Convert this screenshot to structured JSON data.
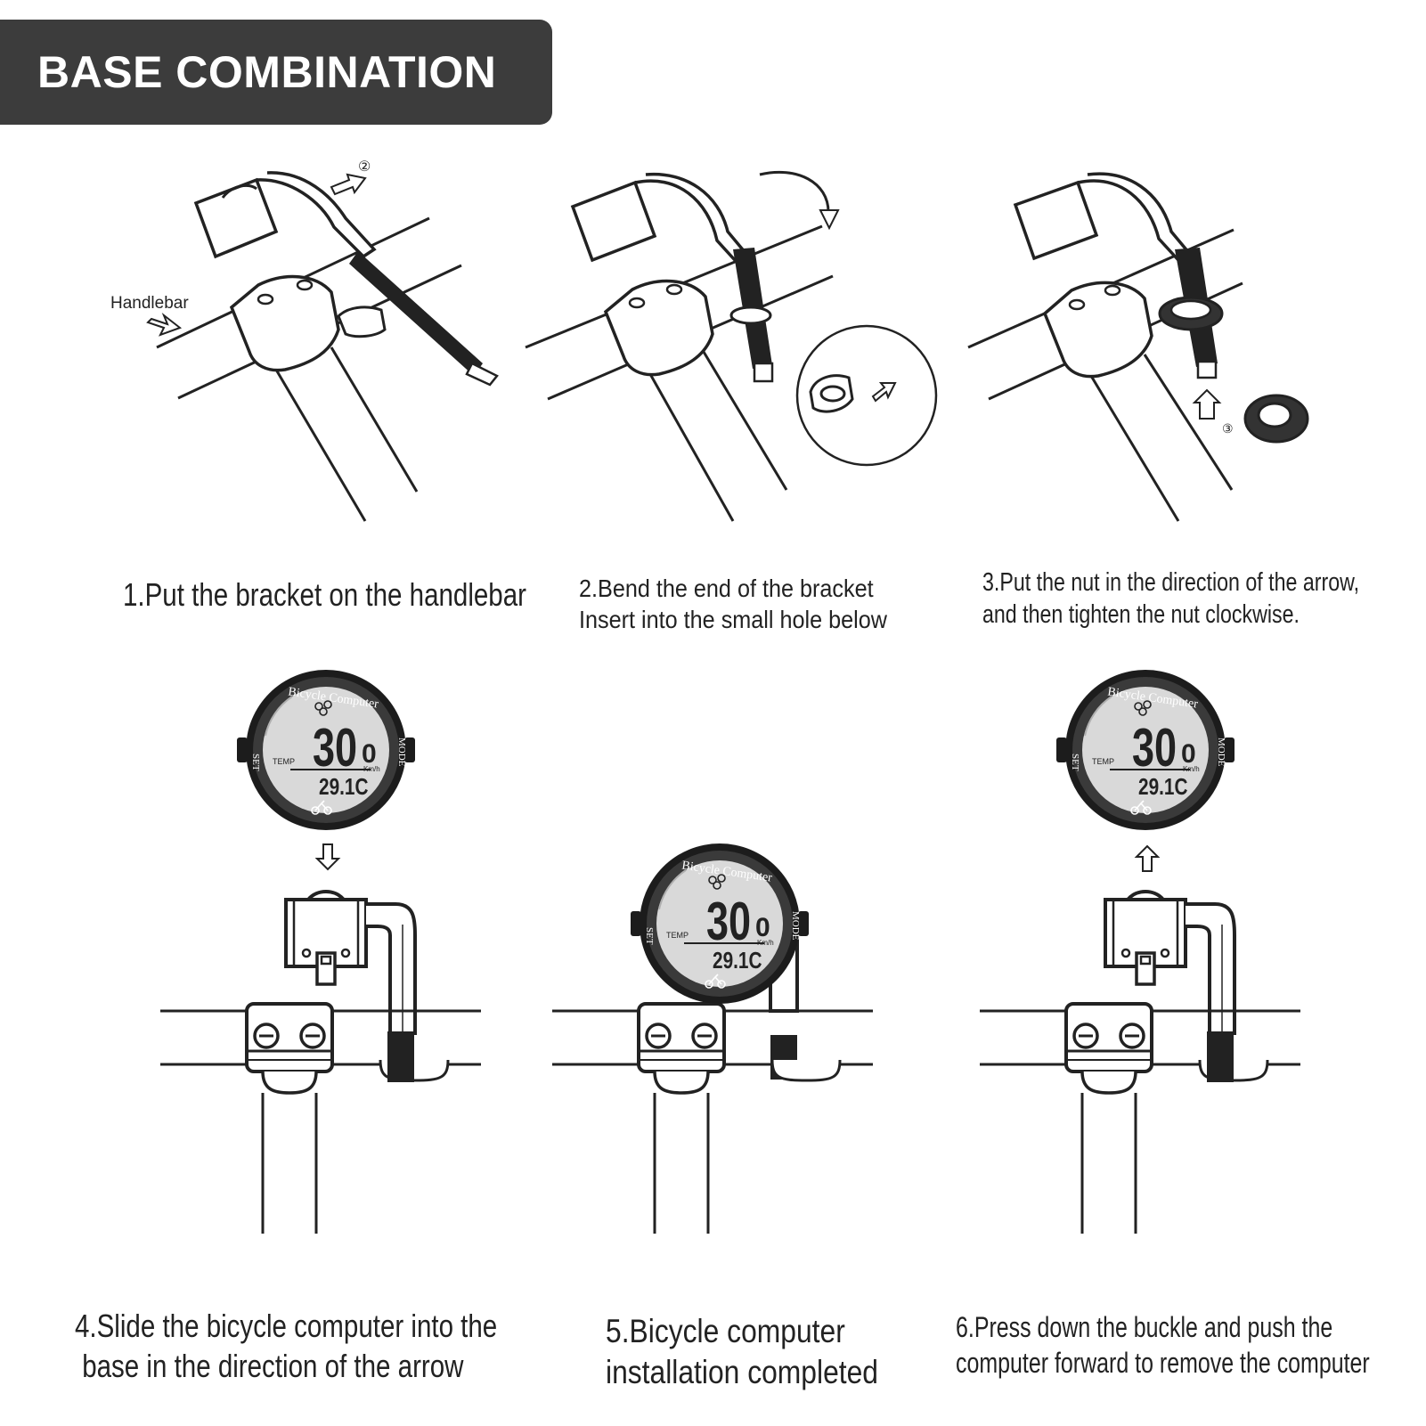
{
  "banner": {
    "title": "BASE COMBINATION"
  },
  "labels": {
    "handlebar": "Handlebar",
    "arrow_2": "②",
    "arrow_3": "③"
  },
  "device": {
    "brand": "Bicycle Computer",
    "speed": "30.0",
    "speed_main": "30",
    "speed_decimal": "0",
    "unit": "Km/h",
    "temp_label": "TEMP",
    "temp": "29.1C",
    "left_button": "SET",
    "right_button": "MODE"
  },
  "steps": [
    {
      "lines": [
        "1.Put the bracket on the handlebar"
      ]
    },
    {
      "lines": [
        "2.Bend the end of the bracket",
        "Insert into the small hole below"
      ]
    },
    {
      "lines": [
        "3.Put the nut in the direction of the arrow,",
        "and then tighten the nut clockwise."
      ]
    },
    {
      "lines": [
        "4.Slide the bicycle computer into the",
        "base in the direction of the arrow"
      ]
    },
    {
      "lines": [
        "5.Bicycle computer",
        "installation completed"
      ]
    },
    {
      "lines": [
        "6.Press down the buckle and push the",
        "computer forward to remove the computer"
      ]
    }
  ]
}
